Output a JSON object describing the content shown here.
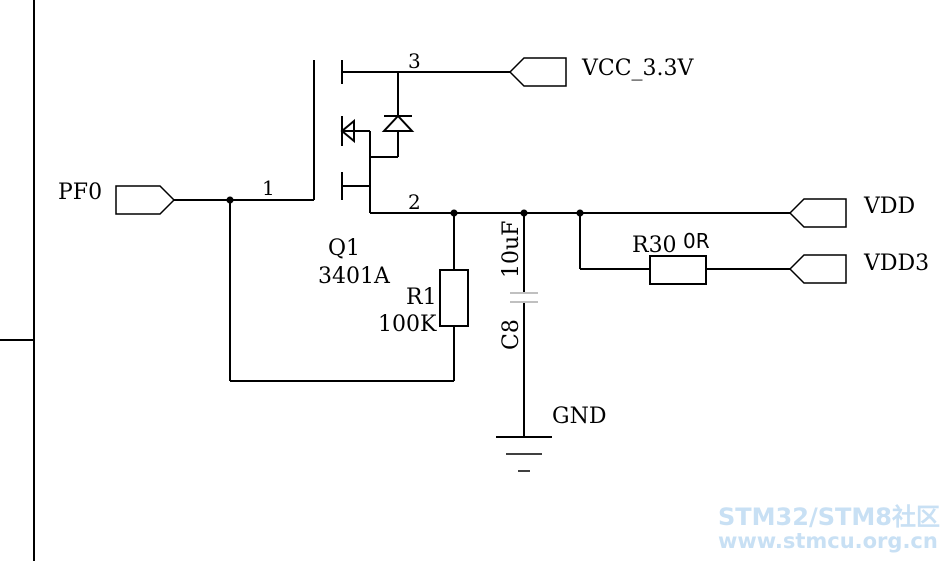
{
  "ports": {
    "vcc": "VCC_3.3V",
    "pf0": "PF0",
    "vdd": "VDD",
    "vdd3": "VDD3",
    "gnd": "GND"
  },
  "q1": {
    "ref": "Q1",
    "part": "3401A",
    "pin_gate": "1",
    "pin_drain": "2",
    "pin_source": "3"
  },
  "r1": {
    "ref": "R1",
    "value": "100K"
  },
  "r30": {
    "ref": "R30",
    "value": "0R"
  },
  "c8": {
    "ref": "C8",
    "value": "10uF"
  },
  "watermark": {
    "line1": "STM32/STM8社区",
    "line2": "www.stmcu.org.cn"
  },
  "colors": {
    "watermark": "#c8e0f4",
    "ink": "#000000"
  }
}
